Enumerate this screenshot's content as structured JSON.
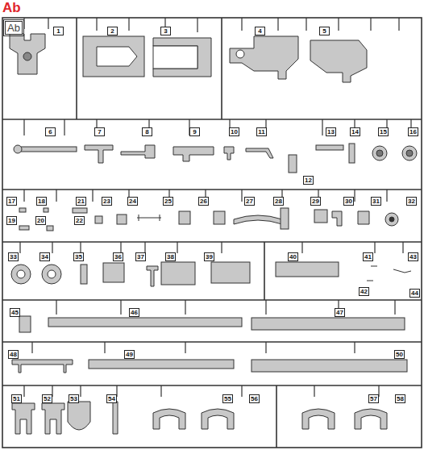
{
  "diagram": {
    "title": "Ab",
    "labels": [
      "Ab",
      "1",
      "2",
      "3",
      "4",
      "5",
      "6",
      "7",
      "8",
      "9",
      "10",
      "11",
      "12",
      "13",
      "14",
      "15",
      "16",
      "17",
      "18",
      "19",
      "20",
      "21",
      "22",
      "23",
      "24",
      "25",
      "26",
      "27",
      "28",
      "29",
      "30",
      "31",
      "32",
      "33",
      "34",
      "35",
      "36",
      "37",
      "38",
      "39",
      "40",
      "41",
      "42",
      "43",
      "44",
      "45",
      "46",
      "47",
      "48",
      "49",
      "50",
      "51",
      "52",
      "53",
      "54",
      "55",
      "56",
      "57",
      "58"
    ]
  }
}
